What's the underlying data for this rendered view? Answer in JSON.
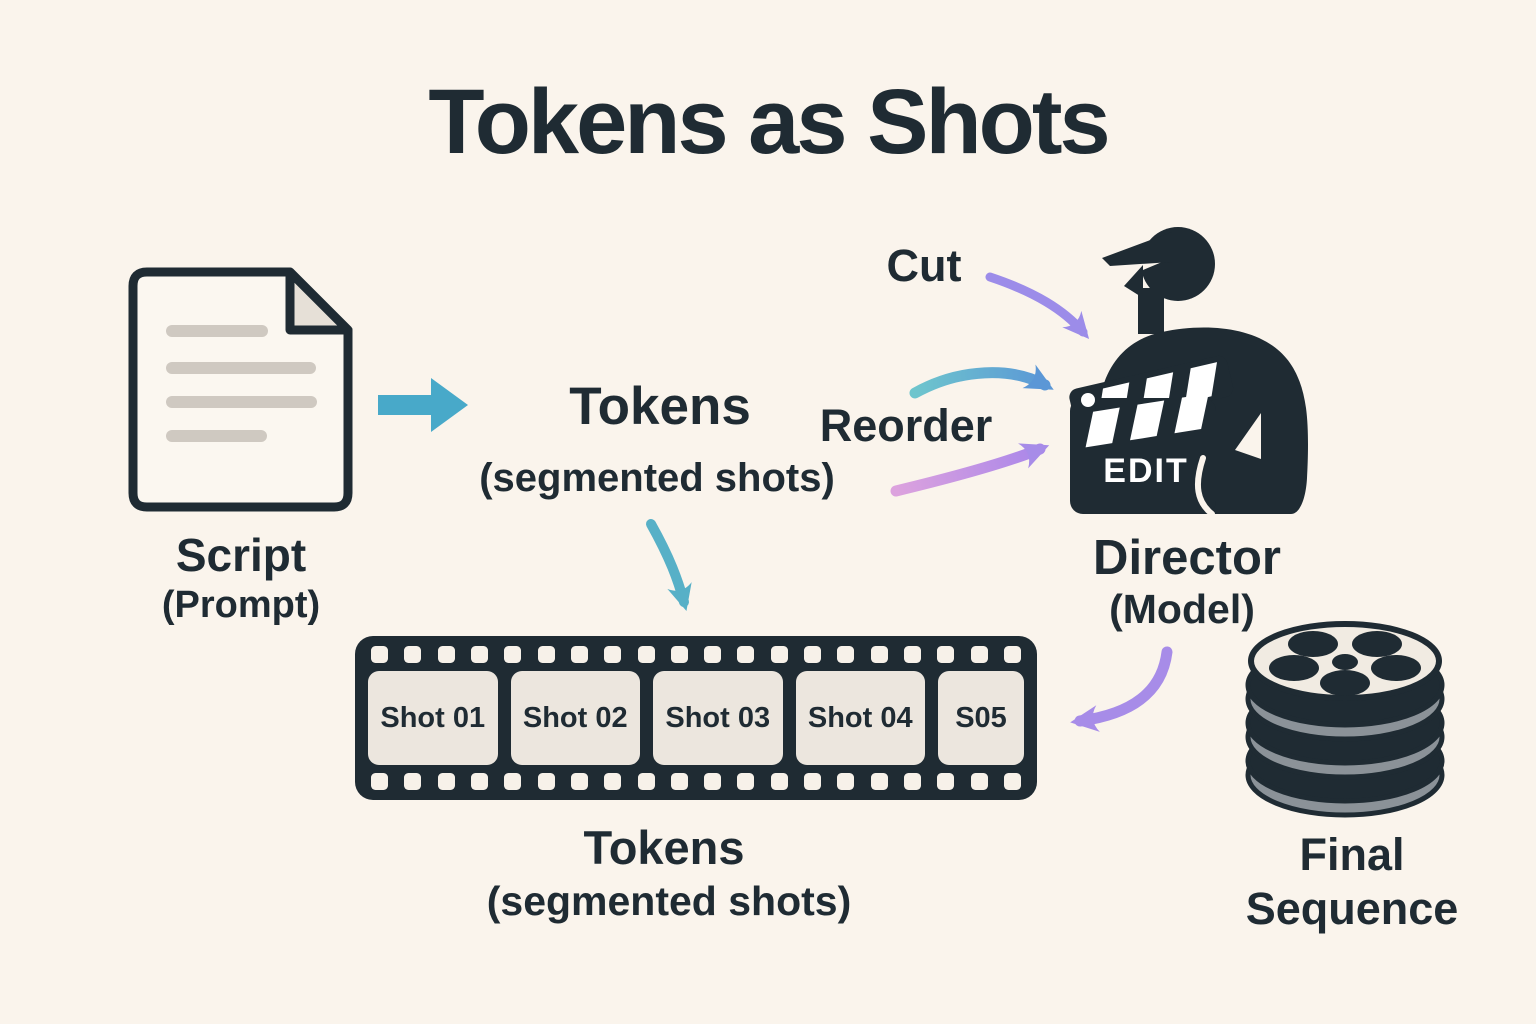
{
  "title": "Tokens as Shots",
  "script": {
    "label": "Script",
    "sublabel": "(Prompt)"
  },
  "flow_arrow": "script-to-tokens",
  "tokens_top": {
    "label": "Tokens",
    "sublabel": "(segmented shots)"
  },
  "operations": {
    "cut": "Cut",
    "reorder": "Reorder"
  },
  "director": {
    "label": "Director",
    "sublabel": "(Model)",
    "clapper_text": "EDIT"
  },
  "filmstrip": {
    "frames": [
      "Shot 01",
      "Shot 02",
      "Shot 03",
      "Shot 04",
      "S05"
    ],
    "label": "Tokens",
    "sublabel": "(segmented shots)"
  },
  "final_sequence": {
    "label": "Final Sequence"
  },
  "colors": {
    "background": "#faf4ec",
    "ink": "#1f2b33",
    "teal_arrow": "#48a9c9",
    "purple_arrow": "#9c8ce9",
    "violet_arrow": "#a78ce8",
    "blue_arrow": "#5b97d6",
    "pink_arrow": "#dca2de",
    "frame_fill": "#ece6de",
    "reel_gray": "#8b9298",
    "reel_top": "#f1ebe2"
  }
}
